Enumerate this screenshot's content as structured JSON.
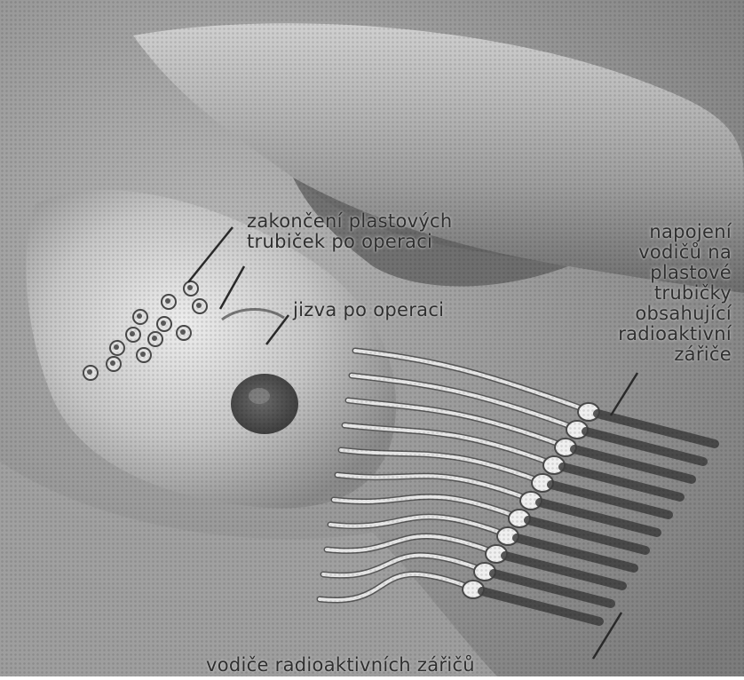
{
  "image": {
    "background": "#8e8e8e",
    "skin_light": "#d8d8d8",
    "skin_mid": "#b3b3b3",
    "skin_dark": "#5c5c5c",
    "label_color": "#2f2f2f"
  },
  "labels": {
    "tube_ends": [
      "zakončení plastových",
      "trubiček po operaci"
    ],
    "scar": "jizva po operaci",
    "connection": [
      "napojení",
      "vodičů na",
      "plastové",
      "trubičky",
      "obsahující",
      "radioaktivní",
      "zářiče"
    ],
    "wires": "vodiče radioaktivních zářičů"
  }
}
